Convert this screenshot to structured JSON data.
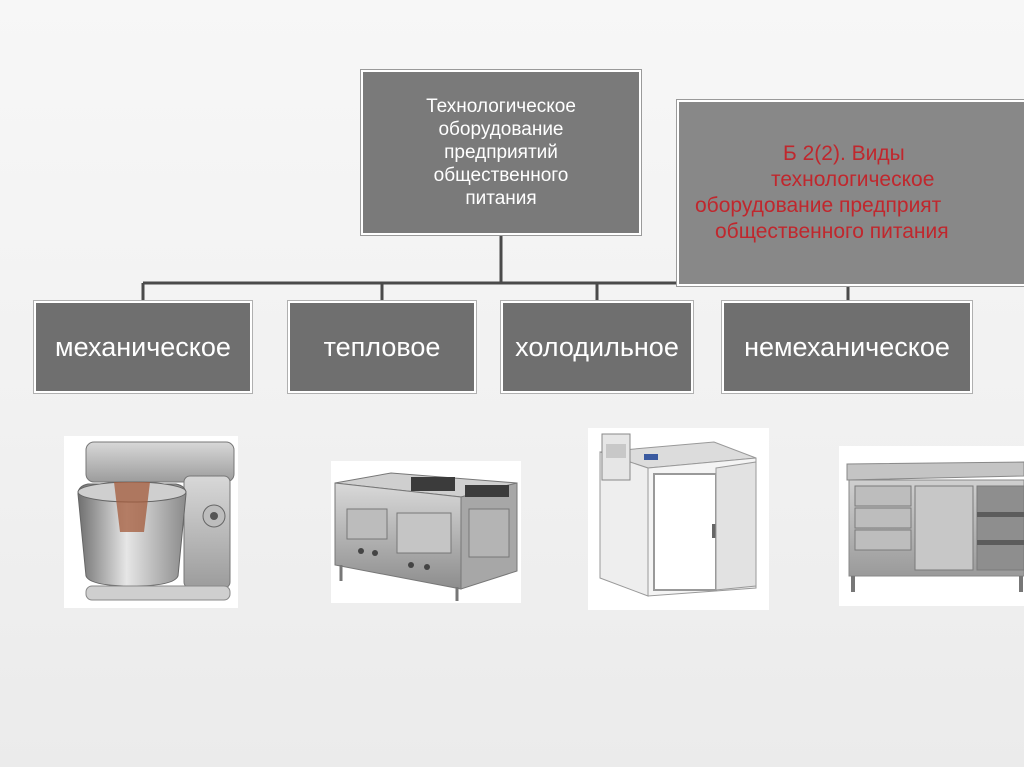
{
  "root_box": {
    "lines": [
      "Технологическое",
      "оборудование",
      "предприятий",
      "общественного",
      "питания"
    ]
  },
  "note_box": {
    "lines": [
      "Б 2(2).    Виды",
      "технологическое",
      "оборудование предприят",
      "общественного питания"
    ],
    "color": "#c0272d"
  },
  "categories": [
    {
      "label": "механическое"
    },
    {
      "label": "тепловое"
    },
    {
      "label": "холодильное"
    },
    {
      "label": "немеханическое"
    }
  ],
  "images": [
    {
      "icon": "stand-mixer-photo"
    },
    {
      "icon": "cooking-range-photo"
    },
    {
      "icon": "cold-room-photo"
    },
    {
      "icon": "steel-cabinet-table-photo"
    }
  ],
  "colors": {
    "box_fill": "#7a7a7a",
    "box_text": "#ffffff",
    "connector": "#4a4a4a"
  }
}
